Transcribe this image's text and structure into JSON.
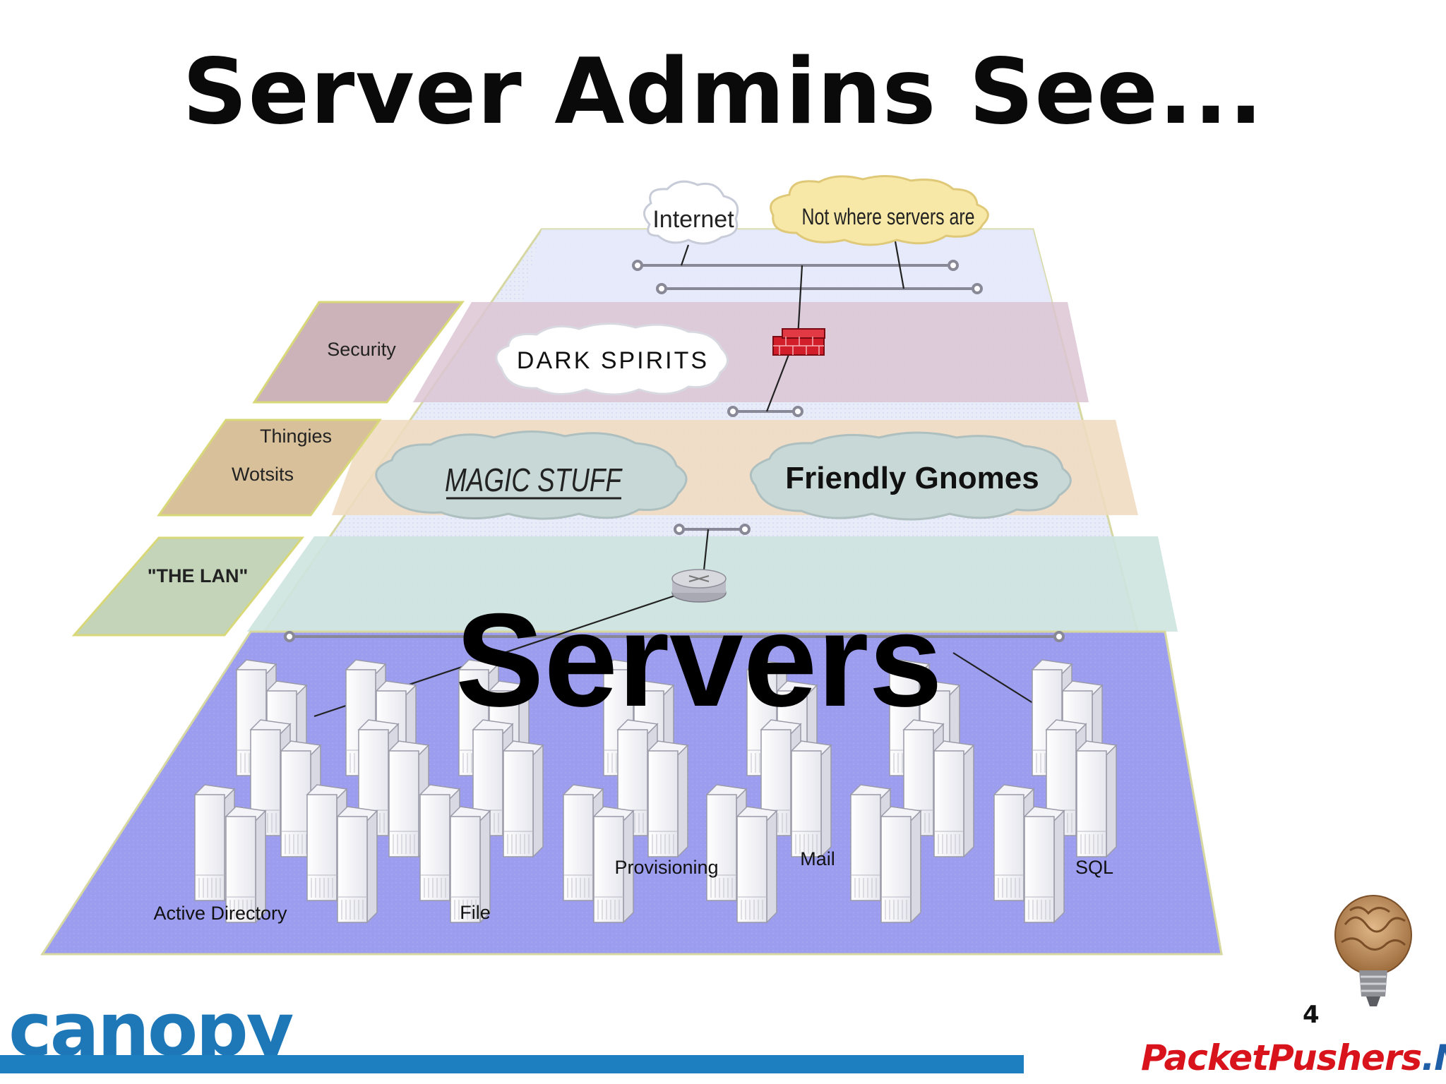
{
  "title": "Server Admins See...",
  "side_panels": {
    "security": "Security",
    "thingies": "Thingies",
    "wotsits": "Wotsits",
    "lan": "\"THE LAN\""
  },
  "clouds": {
    "internet": "Internet",
    "not_where": "Not where servers are",
    "dark_spirits": "DARK SPIRITS",
    "magic_stuff": "MAGIC STUFF",
    "friendly_gnomes": "Friendly Gnomes"
  },
  "servers_label": "Servers",
  "server_groups": {
    "active_directory": "Active Directory",
    "file": "File",
    "provisioning": "Provisioning",
    "mail": "Mail",
    "sql": "SQL"
  },
  "slide_number": "4",
  "logos": {
    "canopy": "canopy",
    "packet": "Packet",
    "pushers": "Pushers",
    "net": ".Net"
  },
  "colors": {
    "server_layer": "#9b9bef",
    "lan_layer": "#cfe3e0",
    "magic_layer": "#f1dcc0",
    "security_layer": "#d9c6d4",
    "internet_layer": "#e4e8f8",
    "canopy_blue": "#1d7ec0",
    "pp_red": "#d8131b"
  }
}
